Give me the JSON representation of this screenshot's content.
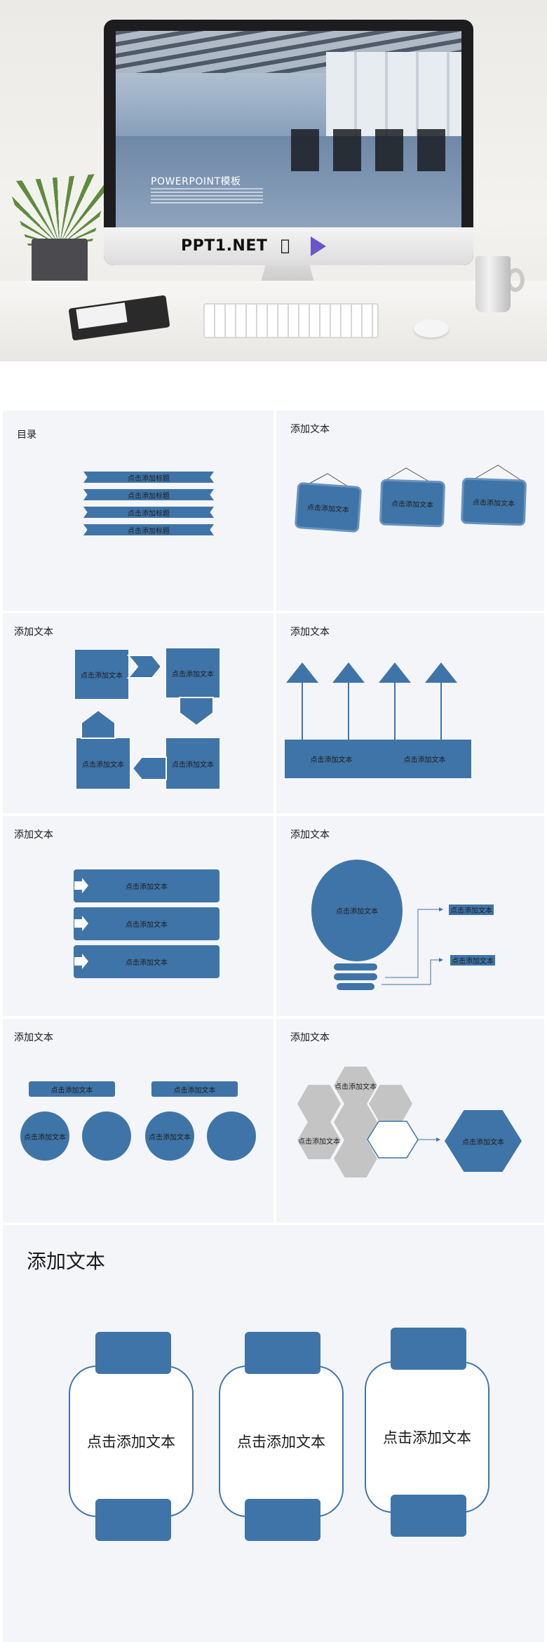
{
  "hero": {
    "template_title": "POWERPOINT模板",
    "brand": "PPT1.NET",
    "apple_icon": "apple-icon",
    "play_icon": "play-logo-icon"
  },
  "slides": {
    "toc": {
      "title": "目录",
      "items": [
        "点击添加标题",
        "点击添加标题",
        "点击添加标题",
        "点击添加标题"
      ]
    },
    "hanging_cards": {
      "title": "添加文本",
      "labels": [
        "点击添加文本",
        "点击添加文本",
        "点击添加文本"
      ]
    },
    "cycle": {
      "title": "添加文本",
      "labels": [
        "点击添加文本",
        "点击添加文本",
        "点击添加文本",
        "点击添加文本"
      ]
    },
    "arrows": {
      "title": "添加文本",
      "labels": [
        "点击添加文本",
        "点击添加文本"
      ]
    },
    "list": {
      "title": "添加文本",
      "labels": [
        "点击添加文本",
        "点击添加文本",
        "点击添加文本"
      ]
    },
    "bulb": {
      "title": "添加文本",
      "main": "点击添加文本",
      "callouts": [
        "点击添加文本",
        "点击添加文本"
      ]
    },
    "circles": {
      "title": "添加文本",
      "headers": [
        "点击添加文本",
        "点击添加文本"
      ],
      "circles": [
        "点击添加文本",
        "点击添加文本"
      ]
    },
    "hexagons": {
      "title": "添加文本",
      "hex_labels": [
        "点击添加文本",
        "点击添加文本"
      ],
      "target": "点击添加文本"
    },
    "frames": {
      "title": "添加文本",
      "labels": [
        "点击添加文本",
        "点击添加文本",
        "点击添加文本"
      ]
    }
  },
  "colors": {
    "accent": "#3f74a8",
    "slide_bg": "#f4f5f8",
    "hex_grey": "#c4c4c4"
  }
}
